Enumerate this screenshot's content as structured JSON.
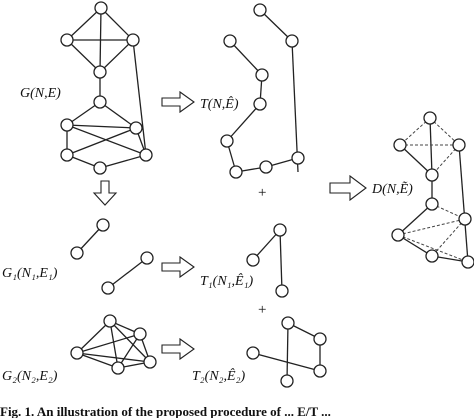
{
  "labels": {
    "g": "G(N,E)",
    "t": "T(N,Ê)",
    "d": "D(N,Ẽ)",
    "g1": "G₁(N₁,E₁)",
    "t1": "T₁(N₁,Ê₁)",
    "g2": "G₂(N₂,E₂)",
    "t2": "T₂(N₂,Ê₂)",
    "plus1": "+",
    "plus2": "+"
  },
  "caption": "Fig. 1. An illustration of the proposed procedure of ... E/T ..."
}
